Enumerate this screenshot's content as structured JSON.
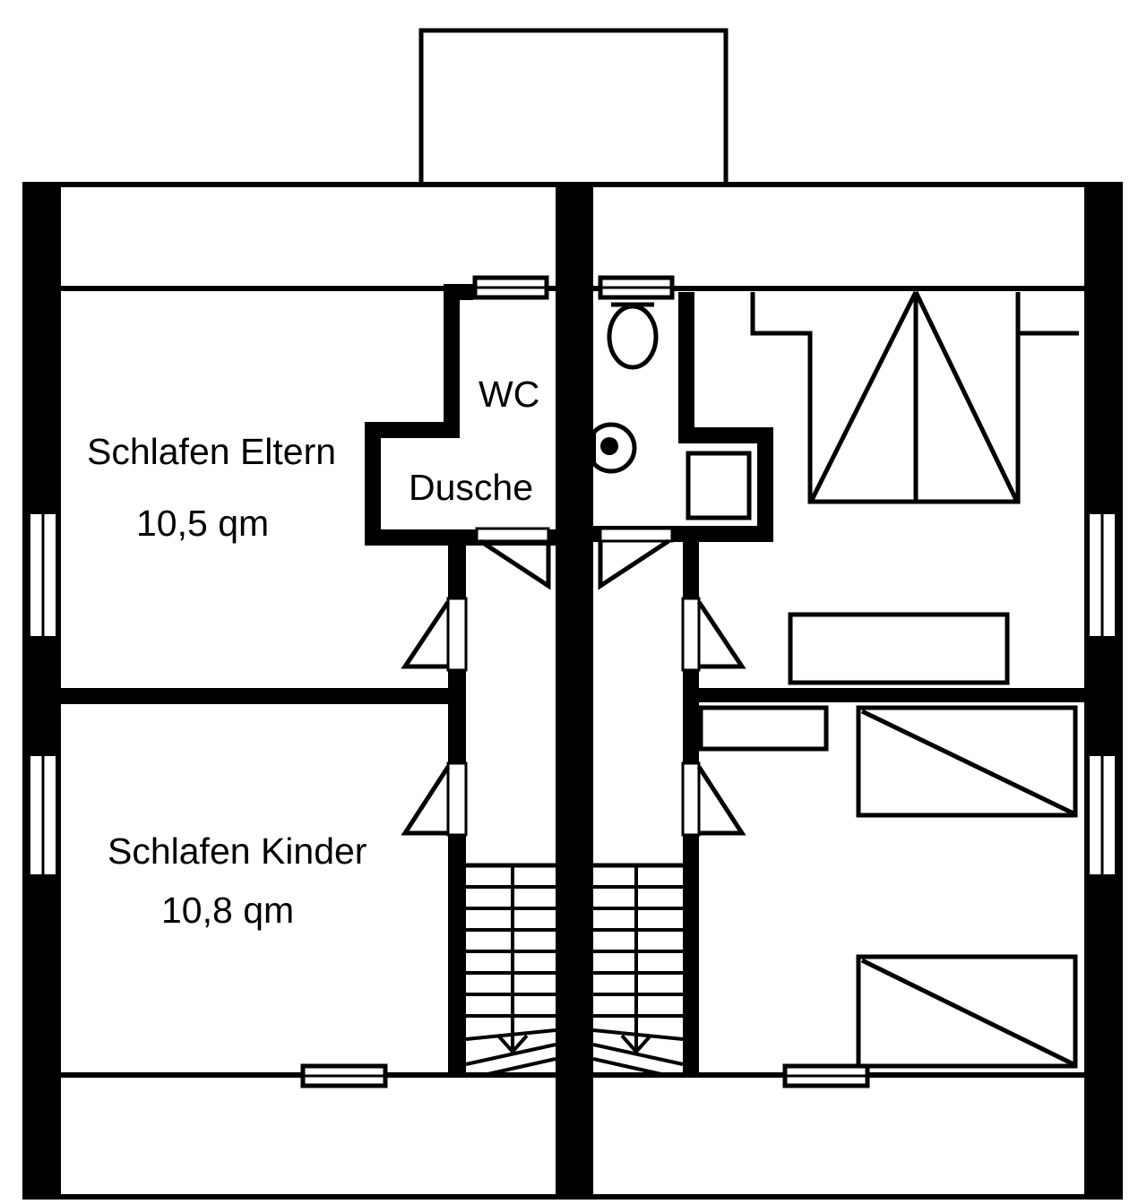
{
  "rooms": [
    {
      "name": "Schlafen Eltern",
      "area": "10,5 qm"
    },
    {
      "name": "Schlafen Kinder",
      "area": "10,8 qm"
    }
  ],
  "labels": {
    "wc": "WC",
    "shower": "Dusche"
  },
  "colors": {
    "wall": "#000000",
    "background": "#ffffff"
  }
}
